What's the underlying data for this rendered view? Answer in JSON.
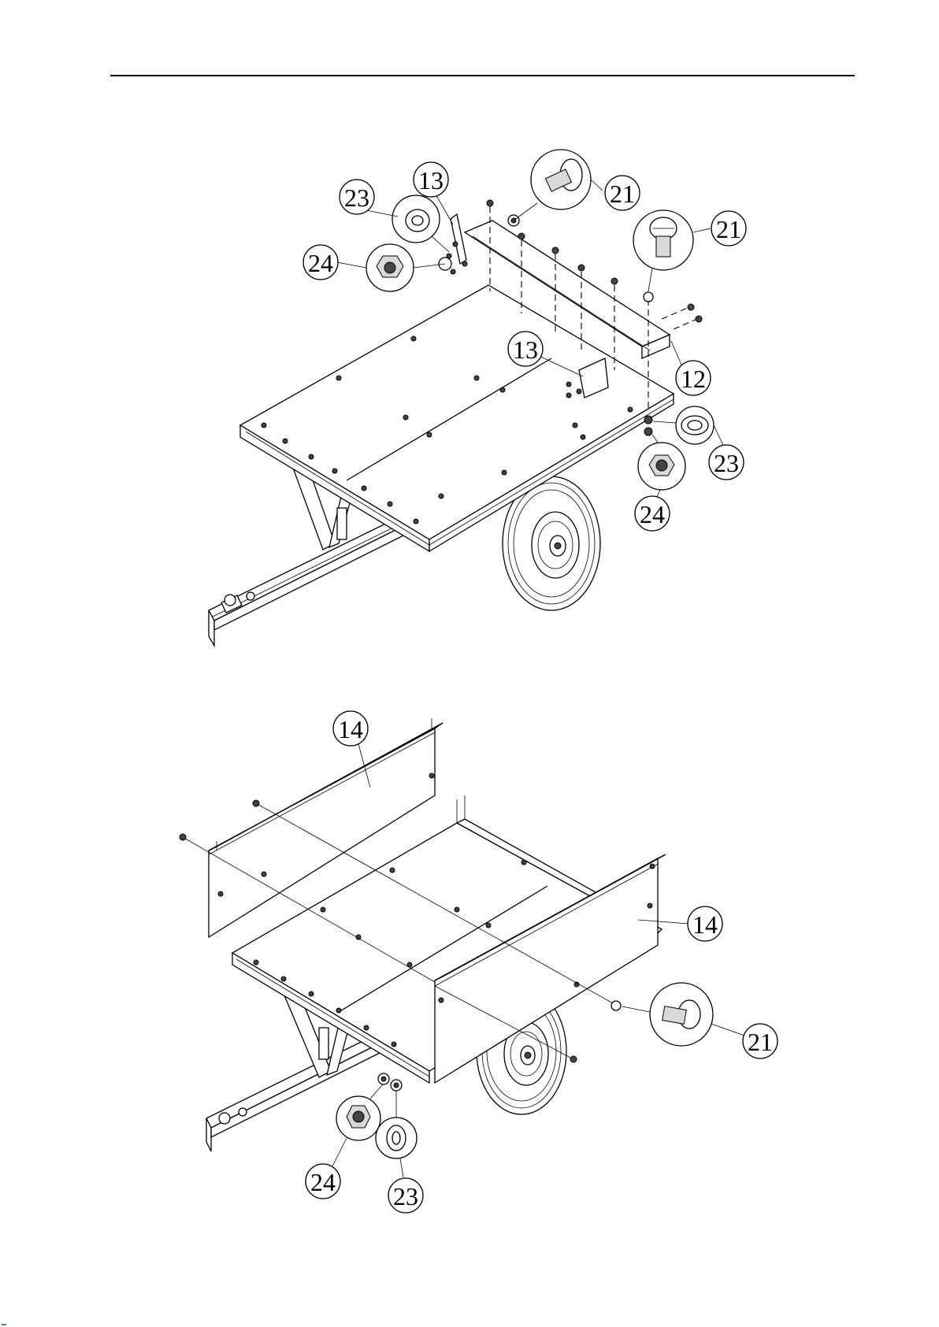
{
  "top_diagram": {
    "callouts": [
      {
        "id": "c1",
        "label": "23"
      },
      {
        "id": "c2",
        "label": "13"
      },
      {
        "id": "c3",
        "label": "21"
      },
      {
        "id": "c4",
        "label": "21"
      },
      {
        "id": "c5",
        "label": "24"
      },
      {
        "id": "c6",
        "label": "13"
      },
      {
        "id": "c7",
        "label": "12"
      },
      {
        "id": "c8",
        "label": "23"
      },
      {
        "id": "c9",
        "label": "24"
      }
    ]
  },
  "bottom_diagram": {
    "callouts": [
      {
        "id": "d1",
        "label": "14"
      },
      {
        "id": "d2",
        "label": "14"
      },
      {
        "id": "d3",
        "label": "21"
      },
      {
        "id": "d4",
        "label": "24"
      },
      {
        "id": "d5",
        "label": "23"
      }
    ]
  }
}
